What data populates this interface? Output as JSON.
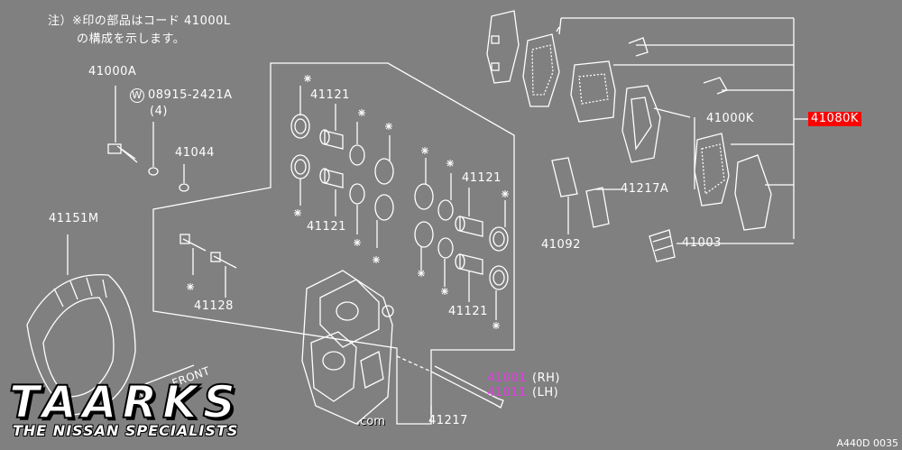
{
  "note": {
    "line1": "注）※印の部品はコード 41000L",
    "line2": "の構成を示します。"
  },
  "labels": {
    "p41000A": "41000A",
    "p08915": "08915-2421A",
    "qty4": "(4)",
    "w_mark": "W",
    "p41044": "41044",
    "p41151M": "41151M",
    "p41121_a": "41121",
    "p41121_b": "41121",
    "p41121_c": "41121",
    "p41121_d": "41121",
    "p41128": "41128",
    "p41001": "41001",
    "p41001_side": "(RH)",
    "p41011": "41011",
    "p41011_side": "(LH)",
    "p41217": "41217",
    "p41217A": "41217A",
    "p41092": "41092",
    "p41000K": "41000K",
    "p41080K": "41080K",
    "p41003": "41003",
    "front": "FRONT",
    "figure_id": "A440D 0035"
  },
  "watermark": {
    "brand": "TAARKS",
    "tagline": "THE NISSAN SPECIALISTS",
    "suffix": ".com"
  },
  "colors": {
    "background": "#808080",
    "line": "#ffffff",
    "highlight": "#ff0000",
    "rh_lh_code": "#e040e0"
  }
}
